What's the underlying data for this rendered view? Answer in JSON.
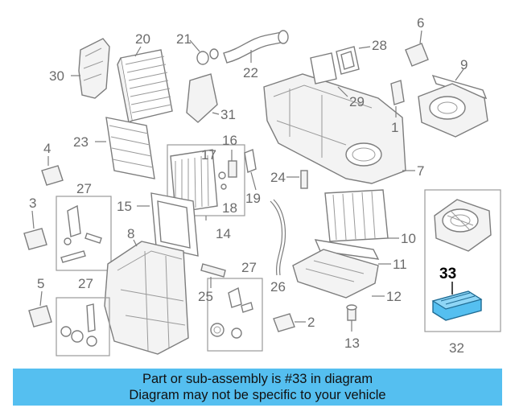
{
  "labels": {
    "n30": "30",
    "n20": "20",
    "n21": "21",
    "n22": "22",
    "n28": "28",
    "n6": "6",
    "n9": "9",
    "n31": "31",
    "n29": "29",
    "n1": "1",
    "n23": "23",
    "n16": "16",
    "n17": "17",
    "n4": "4",
    "n24": "24",
    "n7": "7",
    "n19": "19",
    "n18": "18",
    "n27a": "27",
    "n3": "3",
    "n15": "15",
    "n14": "14",
    "n10": "10",
    "n8": "8",
    "n11": "11",
    "n27b": "27",
    "n33": "33",
    "n5": "5",
    "n27c": "27",
    "n25": "25",
    "n26": "26",
    "n12": "12",
    "n2": "2",
    "n13": "13",
    "n32": "32"
  },
  "highlight": {
    "part_number": "33",
    "color": "#55bff0"
  },
  "banner": {
    "line1": "Part or sub-assembly is #33 in diagram",
    "line2": "Diagram may not be specific to your vehicle",
    "color": "#55bff0"
  }
}
